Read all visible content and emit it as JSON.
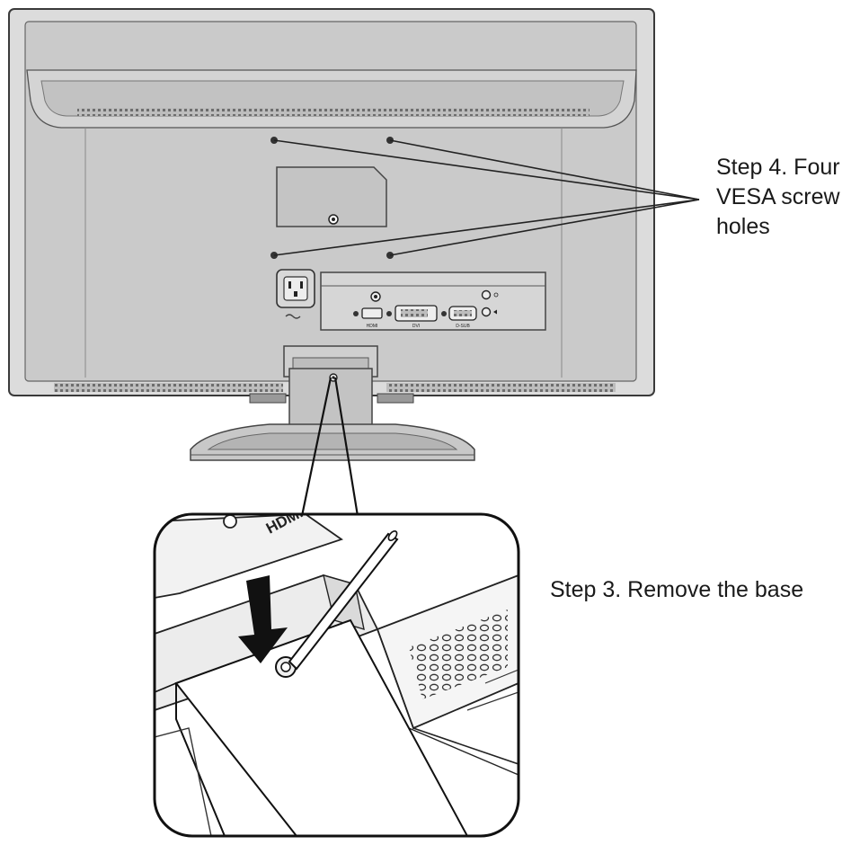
{
  "callouts": {
    "step4": [
      "Step 4. Four",
      "VESA screw",
      "holes"
    ],
    "step3": "Step 3. Remove the base"
  },
  "port_labels": {
    "hdmi": "HDMI",
    "dvi": "DVI",
    "dsub": "D-SUB",
    "inset_hdmi": "HDMI"
  },
  "colors": {
    "bezel": "#d9d9d9",
    "panel": "#c7c7c7",
    "line": "#3a3a3a",
    "dark": "#222222",
    "arrow": "#111111"
  },
  "icons": [
    "screw-hole-icon",
    "power-socket-icon",
    "screwdriver-icon",
    "down-arrow-icon",
    "audio-jack-icon"
  ]
}
